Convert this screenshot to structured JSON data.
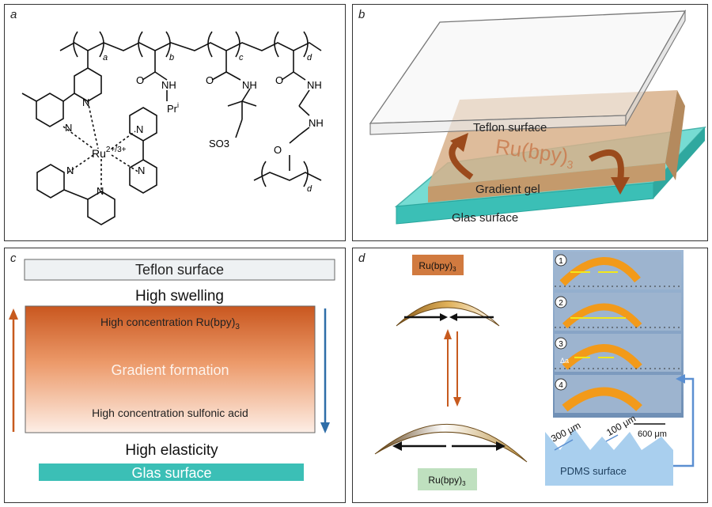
{
  "panels": {
    "a": {
      "label": "a",
      "subscripts": [
        "a",
        "b",
        "c",
        "d",
        "d"
      ],
      "pri_base": "Pr",
      "pri_sup": "i",
      "ru_base": "Ru",
      "ru_sup": "2+/3+",
      "nh1": "NH",
      "nh2": "NH",
      "nh3": "NH",
      "nh4": "NH",
      "so3h": "SO3",
      "o": "O",
      "n": "N"
    },
    "b": {
      "label": "b",
      "teflon": "Teflon surface",
      "ru_base": "Ru(bpy)",
      "ru_sub": "3",
      "gradient_gel": "Gradient gel",
      "glas": "Glas surface"
    },
    "c": {
      "label": "c",
      "teflon": "Teflon surface",
      "high_swelling": "High swelling",
      "high_conc_ru_base": "High concentration Ru(bpy)",
      "high_conc_ru_sub": "3",
      "gradient_formation": "Gradient formation",
      "high_conc_sulfonic": "High concentration sulfonic acid",
      "high_elasticity": "High elasticity",
      "glas": "Glas surface"
    },
    "d": {
      "label": "d",
      "ru_top_base": "Ru(bpy)",
      "ru_top_sub": "3",
      "ru_bottom_base": "Ru(bpy)",
      "ru_bottom_sub": "3",
      "frames": [
        "1",
        "2",
        "3",
        "4"
      ],
      "delta_a": "Δa",
      "scale": "600 μm",
      "dim_300": "300 μm",
      "dim_100": "100 μm",
      "pdms": "PDMS surface"
    }
  },
  "colors": {
    "teflon_fill": "#eef1f3",
    "glas_fill": "#3bbfb6",
    "gel_top": "#c9571f",
    "gel_bottom": "#fbe6da",
    "arrow_orange": "#c75a1e",
    "arrow_blue": "#2f6ea8",
    "ru_box_orange": "#d17a3f",
    "ru_box_green": "#bfe0bf",
    "pdms_fill": "#a9cfee"
  }
}
